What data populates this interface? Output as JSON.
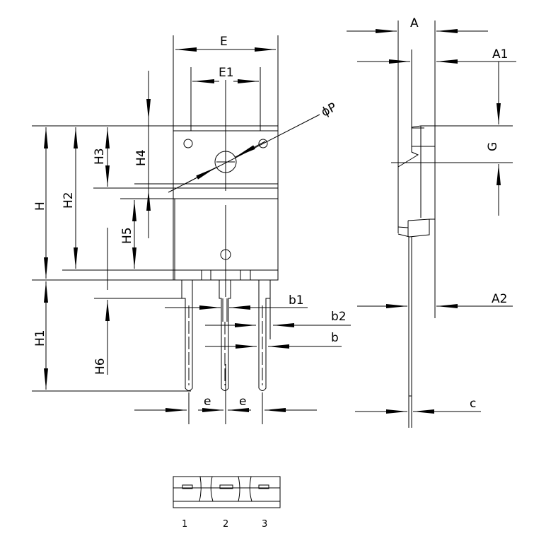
{
  "drawing": {
    "front_view": {
      "labels": {
        "E": "E",
        "E1": "E1",
        "phiP": "ϕP",
        "H": "H",
        "H1": "H1",
        "H2": "H2",
        "H3": "H3",
        "H4": "H4",
        "H5": "H5",
        "H6": "H6",
        "b1": "b1",
        "b2": "b2",
        "b": "b",
        "e_left": "e",
        "e_right": "e"
      }
    },
    "side_view": {
      "labels": {
        "A": "A",
        "A1": "A1",
        "A2": "A2",
        "G": "G",
        "c": "c"
      }
    },
    "bottom_view": {
      "pins": [
        "1",
        "2",
        "3"
      ]
    }
  }
}
